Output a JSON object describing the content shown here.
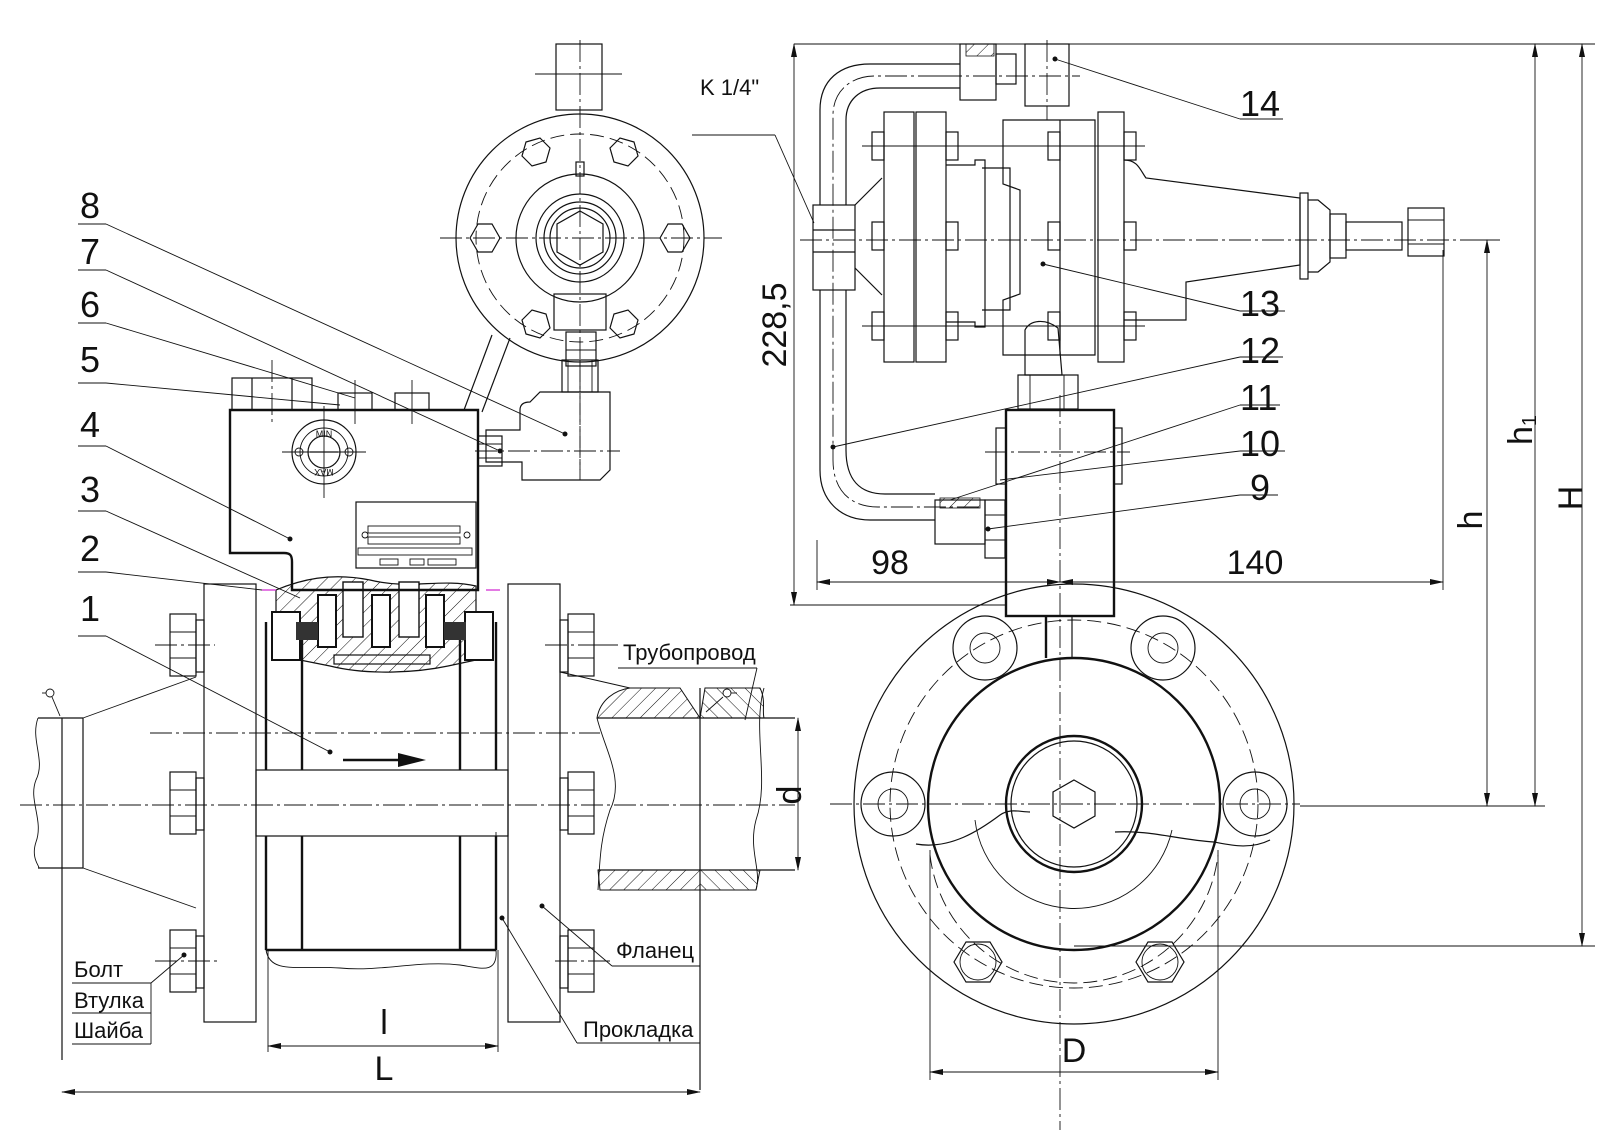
{
  "drawing": {
    "title": "Flow regulator assembly — general arrangement",
    "colors": {
      "line": "#111111",
      "background": "#ffffff",
      "marker": "#d020d0"
    },
    "callouts": [
      {
        "id": "1",
        "label": "1"
      },
      {
        "id": "2",
        "label": "2"
      },
      {
        "id": "3",
        "label": "3"
      },
      {
        "id": "4",
        "label": "4"
      },
      {
        "id": "5",
        "label": "5"
      },
      {
        "id": "6",
        "label": "6"
      },
      {
        "id": "7",
        "label": "7"
      },
      {
        "id": "8",
        "label": "8"
      },
      {
        "id": "9",
        "label": "9"
      },
      {
        "id": "10",
        "label": "10"
      },
      {
        "id": "11",
        "label": "11"
      },
      {
        "id": "12",
        "label": "12"
      },
      {
        "id": "13",
        "label": "13"
      },
      {
        "id": "14",
        "label": "14"
      }
    ],
    "labels": {
      "pipeline": "Трубопровод",
      "flange": "Фланец",
      "gasket": "Прокладка",
      "bolt": "Болт",
      "bushing": "Втулка",
      "washer": "Шайба",
      "thread": "K 1/4\"",
      "gauge_min": "MIN",
      "gauge_max": "MAX"
    },
    "dimensions": {
      "l": "l",
      "L": "L",
      "d": "d",
      "D": "D",
      "h": "h",
      "h1": "h",
      "h1_sub": "1",
      "H": "H",
      "d98": "98",
      "d140": "140",
      "d228": "228,5"
    }
  }
}
